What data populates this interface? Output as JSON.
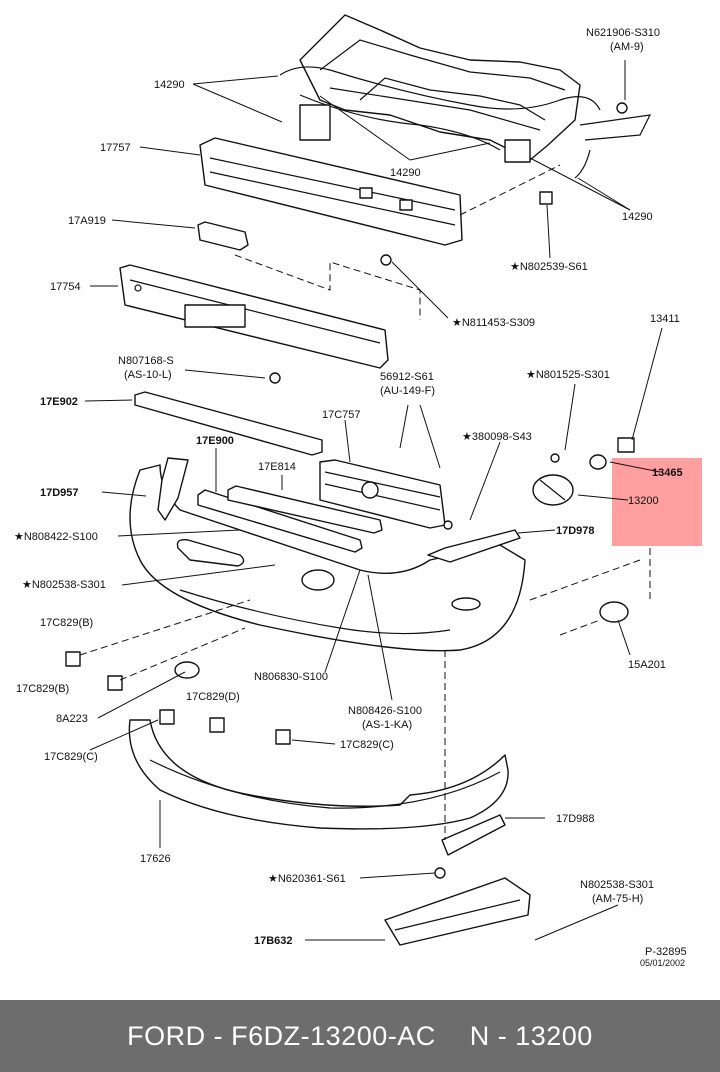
{
  "labels": {
    "n621906_s310": "N621906-S310",
    "am_9": "(AM-9)",
    "p14290_a": "14290",
    "p14290_b": "14290",
    "p14290_c": "14290",
    "p17757": "17757",
    "p17a919": "17A919",
    "p17754": "17754",
    "n802539_s61": "★N802539-S61",
    "n811453_s309": "★N811453-S309",
    "n807168_s": "N807168-S",
    "as_10_l": "(AS-10-L)",
    "p13411": "13411",
    "n801525_s301": "★N801525-S301",
    "p56912_s61": "56912-S61",
    "au_149_f": "(AU-149-F)",
    "p17e902": "17E902",
    "p17c757": "17C757",
    "s380098_s43": "★380098-S43",
    "p13465": "13465",
    "p13200": "13200",
    "p17e900": "17E900",
    "p17e814": "17E814",
    "p17d957": "17D957",
    "p17d978": "17D978",
    "n808422_s100": "★N808422-S100",
    "n802538_s301_a": "★N802538-S301",
    "p17c829_b1": "17C829(B)",
    "p17c829_b2": "17C829(B)",
    "n806830_s100": "N806830-S100",
    "p15a201": "15A201",
    "n808426_s100": "N808426-S100",
    "as_1_ka": "(AS-1-KA)",
    "p8a223": "8A223",
    "p17c829_d": "17C829(D)",
    "p17c829_c1": "17C829(C)",
    "p17c829_c2": "17C829(C)",
    "p17d988": "17D988",
    "p17626": "17626",
    "n620361_s61": "★N620361-S61",
    "n802538_s301_b": "N802538-S301",
    "am_75_h": "(AM-75-H)",
    "p17b632": "17B632",
    "ref_no": "P-32895",
    "ref_date": "05/01/2002"
  },
  "highlight_color": "#ff9f9f",
  "footer": {
    "brand_part": "FORD - F6DZ-13200-AC",
    "ref": "N - 13200"
  }
}
